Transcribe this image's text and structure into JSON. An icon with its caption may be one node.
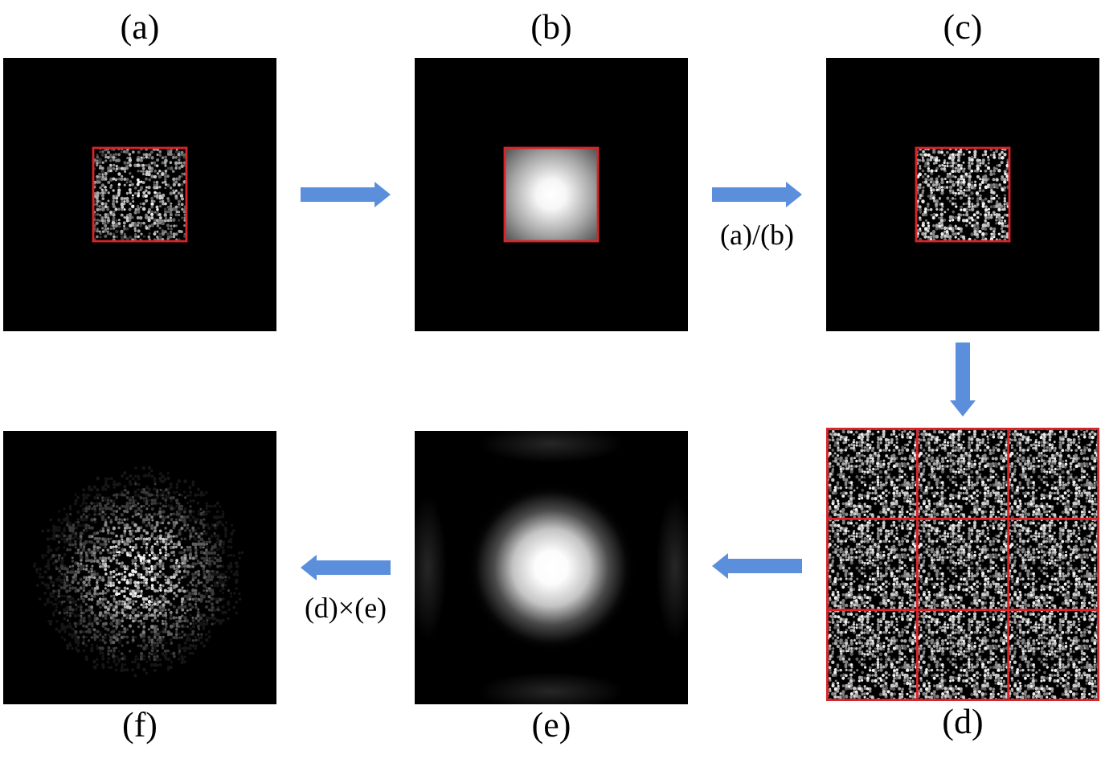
{
  "diagram": {
    "nodes": [
      {
        "text": [
          "(a)"
        ]
      },
      {
        "text": [
          "(b)"
        ]
      },
      {
        "text": [
          "(c)"
        ]
      },
      {
        "text": [
          "(d)"
        ]
      },
      {
        "text": [
          "(e)"
        ]
      },
      {
        "text": [
          "(f)"
        ]
      }
    ],
    "edges": [
      {
        "from": 0,
        "to": 1,
        "arrow": "to"
      },
      {
        "from": 1,
        "to": 2,
        "arrow": "to",
        "label": "(a)/(b)"
      },
      {
        "from": 2,
        "to": 3,
        "arrow": "to"
      },
      {
        "from": 3,
        "to": 4,
        "arrow": "to"
      },
      {
        "from": 4,
        "to": 5,
        "arrow": "to",
        "label": "(d)×(e)"
      }
    ]
  }
}
